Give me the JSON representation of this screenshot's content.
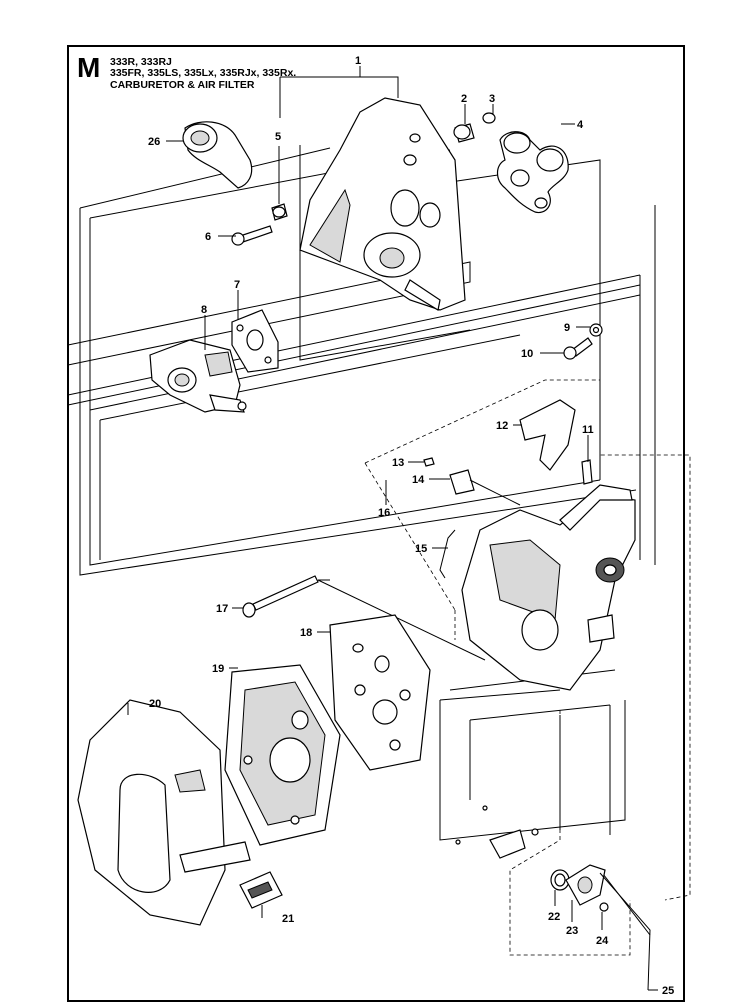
{
  "header": {
    "section_letter": "M",
    "models_line1": "333R, 333RJ",
    "models_line2": "335FR, 335LS, 335Lx, 335RJx, 335Rx.",
    "title": "CARBURETOR & AIR FILTER"
  },
  "callouts": {
    "c1": "1",
    "c2": "2",
    "c3": "3",
    "c4": "4",
    "c5": "5",
    "c6": "6",
    "c7": "7",
    "c8": "8",
    "c9": "9",
    "c10": "10",
    "c11": "11",
    "c12": "12",
    "c13": "13",
    "c14": "14",
    "c15": "15",
    "c16": "16",
    "c17": "17",
    "c18": "18",
    "c19": "19",
    "c20": "20",
    "c21": "21",
    "c22": "22",
    "c23": "23",
    "c24": "24",
    "c25": "25",
    "c26": "26"
  }
}
